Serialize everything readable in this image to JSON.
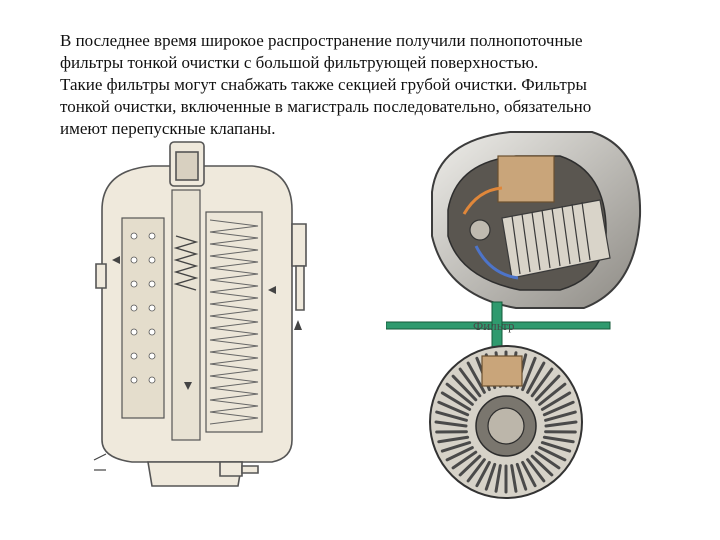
{
  "text": {
    "line1": "В последнее время широкое распространение получили полнопоточные",
    "line2": "фильтры тонкой очистки  с большой фильтрующей поверхностью.",
    "line3": "Такие фильтры могут снабжать также секцией грубой очистки. Фильтры",
    "line4": "тонкой очистки, включенные в магистраль последовательно, обязательно",
    "line5": "имеют перепускные клапаны."
  },
  "figure_label": "Фильтр",
  "colors": {
    "connector": "#2f9a6e",
    "connector_edge": "#145a3a",
    "drawing_fill": "#efe9dc",
    "drawing_line": "#555555",
    "metal_dark": "#4a4a4a",
    "metal_light": "#cfcac0",
    "accent_orange": "#e0873a",
    "accent_blue": "#4d74c9",
    "filter_paper": "#c9a57a"
  }
}
